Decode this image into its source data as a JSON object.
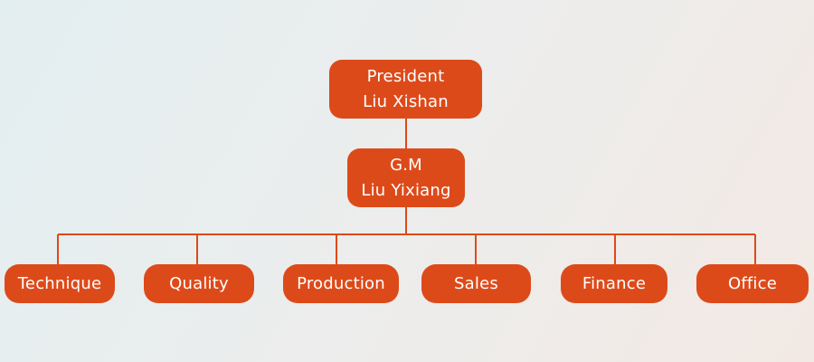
{
  "org_chart": {
    "top": {
      "title": "President",
      "name": "Liu Xishan"
    },
    "second": {
      "title": "G.M",
      "name": "Liu Yixiang"
    },
    "departments": [
      "Technique",
      "Quality",
      "Production",
      "Sales",
      "Finance",
      "Office"
    ]
  },
  "colors": {
    "node_fill": "#dd4a1a",
    "connector": "#dd4a1a",
    "text": "#ffffff"
  }
}
